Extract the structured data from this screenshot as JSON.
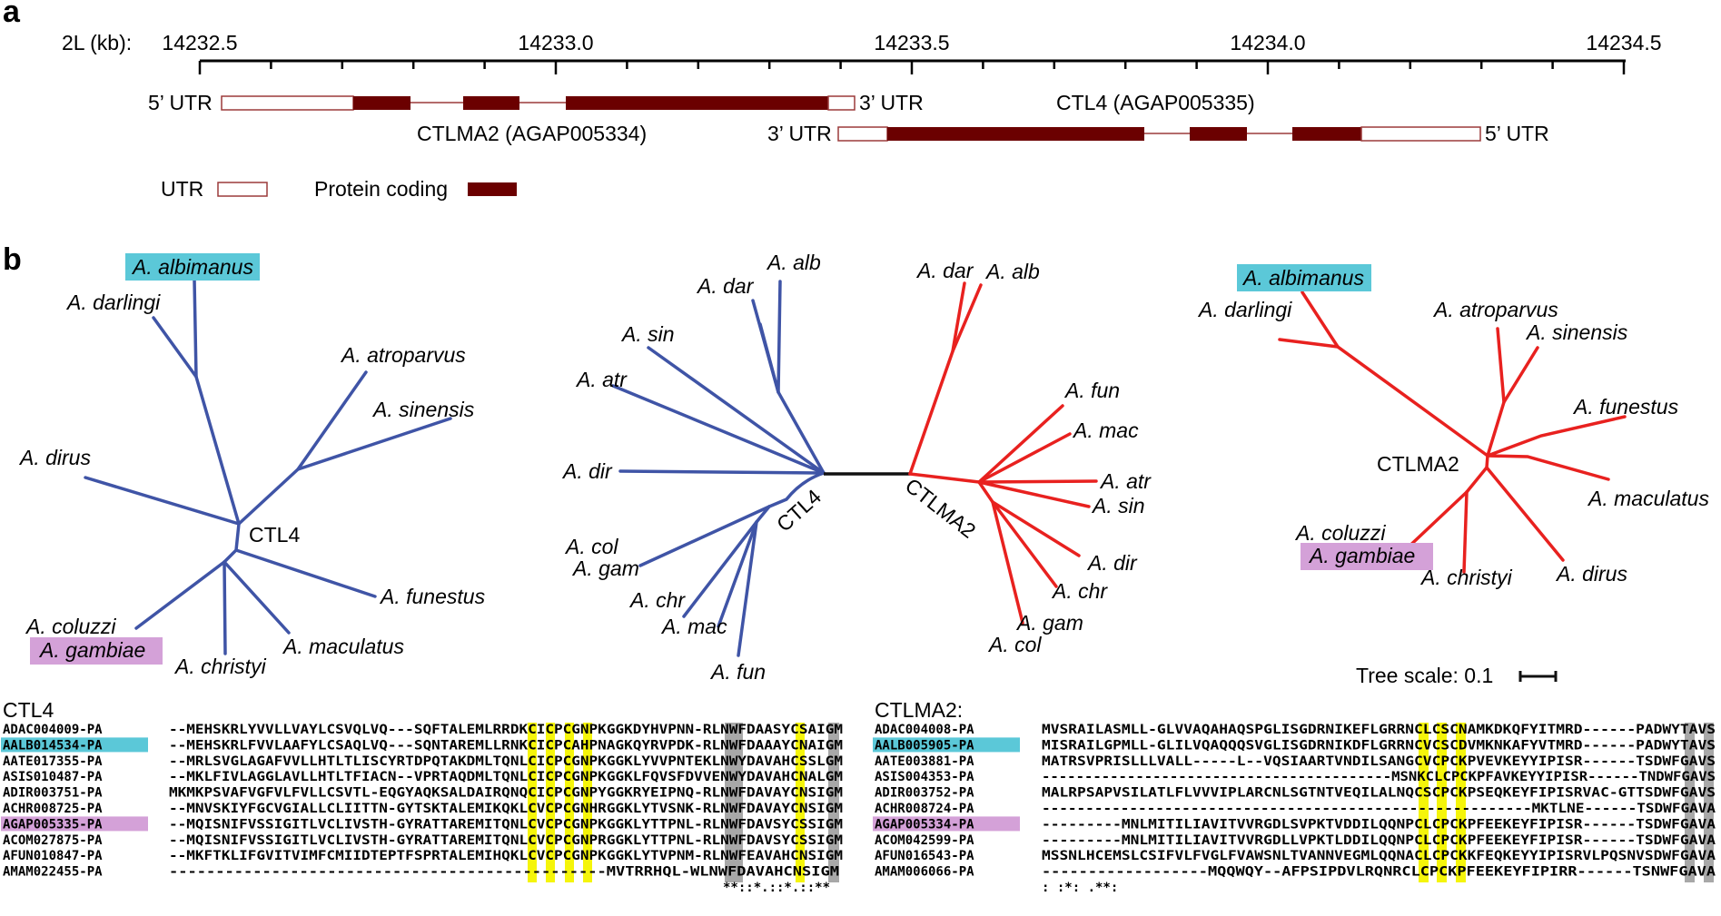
{
  "panel_a": {
    "letter": "a",
    "axis_label": "2L (kb):",
    "ticks": [
      "14232.5",
      "14233.0",
      "14233.5",
      "14234.0",
      "14234.5"
    ],
    "gene_top": {
      "left_utr": "5’ UTR",
      "right_utr": "3’ UTR",
      "name": "CTLMA2 (AGAP005334)"
    },
    "gene_bottom": {
      "left_utr": "3’ UTR",
      "right_utr": "5’ UTR",
      "name": "CTL4 (AGAP005335)"
    },
    "legend": {
      "utr": "UTR",
      "coding": "Protein coding"
    }
  },
  "panel_b": {
    "letter": "b",
    "colors": {
      "ctl4": "#3f54a6",
      "ctlma2": "#e8211f",
      "join": "#111111",
      "albimanus_bg": "#5bc8d8",
      "gambiae_bg": "#d4a1d8",
      "coding": "#6b0000",
      "utr_border": "#9b3a3a"
    },
    "tree_ctl4": {
      "center_label": "CTL4",
      "leaves": {
        "albimanus": "A. albimanus",
        "darlingi": "A. darlingi",
        "atroparvus": "A. atroparvus",
        "sinensis": "A. sinensis",
        "dirus": "A. dirus",
        "funestus": "A. funestus",
        "maculatus": "A. maculatus",
        "christyi": "A. christyi",
        "coluzzi": "A. coluzzi",
        "gambiae": "A. gambiae"
      }
    },
    "tree_mid": {
      "ctl4_label": "CTL4",
      "ctlma2_label": "CTLMA2",
      "blue_leaves": {
        "dar": "A. dar",
        "alb": "A. alb",
        "sin": "A. sin",
        "atr": "A. atr",
        "dir": "A. dir",
        "col": "A. col",
        "gam": "A. gam",
        "chr": "A. chr",
        "mac": "A. mac",
        "fun": "A. fun"
      },
      "red_leaves": {
        "dar": "A. dar",
        "alb": "A. alb",
        "fun": "A. fun",
        "mac": "A. mac",
        "atr": "A. atr",
        "sin": "A. sin",
        "dir": "A. dir",
        "chr": "A. chr",
        "gam": "A. gam",
        "col": "A. col"
      }
    },
    "tree_ctlma2": {
      "center_label": "CTLMA2",
      "leaves": {
        "albimanus": "A. albimanus",
        "darlingi": "A. darlingi",
        "atroparvus": "A. atroparvus",
        "sinensis": "A. sinensis",
        "funestus": "A. funestus",
        "maculatus": "A. maculatus",
        "dirus": "A. dirus",
        "christyi": "A. christyi",
        "coluzzi": "A. coluzzi",
        "gambiae": "A. gambiae"
      }
    },
    "tree_scale": "Tree scale: 0.1"
  },
  "alignment_ctl4": {
    "title": "CTL4",
    "rows": [
      {
        "id": "ADAC004009-PA",
        "seq": "--MEHSKRLYVVLLVAYLCSVQLVQ---SQFTALEMLRRDKCICPCGNPKGGKDYHVPNN-RLNWFDAASYCSAIGM"
      },
      {
        "id": "AALB014534-PA",
        "seq": "--MEHSKRLFVVLAAFYLCSAQLVQ---SQNTAREMLLRNKCICPCAHPNAGKQYRVPDK-RLNWFDAAAYCNAIGM"
      },
      {
        "id": "AATE017355-PA",
        "seq": "--MRLSVGLAGAFVVLLHTLTLISCYRTDPQTAKDMLTQNLCICPCGNPKGGKLYVVPNTEKLNWYDAVAHCSSLGM"
      },
      {
        "id": "ASIS010487-PA",
        "seq": "--MKLFIVLAGGLAVLLHTLTFIACN--VPRTAQDMLTQNLCICPCGNPKGGKLFQVSFDVVENWYDAVAHCNALGM"
      },
      {
        "id": "ADIR003751-PA",
        "seq": "MKMKPSVAFVGFVLFVLLCSVTL-EQGYAQKSALDAIRQNQCICPCGNPYGGKRYEIPNQ-RLNWFDAVAYCNSIGM"
      },
      {
        "id": "ACHR008725-PA",
        "seq": "--MNVSKIYFGCVGIALLCLIITTN-GYTSKTALEMIKQKLCVCPCGNHRGGKLYTVSNK-RLNWFDAVAYCNSIGM"
      },
      {
        "id": "AGAP005335-PA",
        "seq": "--MQISNIFVSSIGITLVCLIVSTH-GYRATTAREMITQNLCVCPCGNPKGGKLYTTPNL-RLNWFDAVSYCSSIGM"
      },
      {
        "id": "ACOM027875-PA",
        "seq": "--MQISNIFVSSIGITLVCLIVSTH-GYRATTAREMITQNLCVCPCGNPRGGKLYTTPNL-RLNWFDAVSYCSSIGM"
      },
      {
        "id": "AFUN010847-PA",
        "seq": "--MKFTKLIFGVITVIMFCMIIDTEPTFSPRTALEMIHQKLCVCPCGNPKGGKLYTVPNM-RLNWFEAVAHCNSIGM"
      },
      {
        "id": "AMAM022455-PA",
        "seq": "-----------------------------------------------MVTRRHQL-WLNWFDAVAHCNSIGM"
      }
    ],
    "conservation": "**::*.::*.::**"
  },
  "alignment_ctlma2": {
    "title": "CTLMA2:",
    "rows": [
      {
        "id": "ADAC004008-PA",
        "seq": "MVSRAILASMLL-GLVVAQAHAQSPGLISGDRNIKEFLGRRNCLCSCNAMKDKQFYITMRD------PADWYTAVS"
      },
      {
        "id": "AALB005905-PA",
        "seq": "MISRAILGPMLL-GLILVQAQQQSVGLISGDRNIKDFLGRRNCVCSCDVMKNKAFYVTMRD------PADWYTAVS"
      },
      {
        "id": "AATE003881-PA",
        "seq": "MATRSVPRISLLLVALL-----L--VQSIAARTVNDILSANGCVCPCKPVEVKEYYIPISR------TSDWFGAVS"
      },
      {
        "id": "ASIS004353-PA",
        "seq": "-----------------------------------------MSNKCLCPCKPFAVKEYYIPISR------TNDWFGAVS"
      },
      {
        "id": "ADIR003752-PA",
        "seq": "MALRPSAPVSILATLFLVVVIPLARCNLSGTNTVEQILALNQCSCPCKPSEQKEYFIPISRVAC-GTTSDWFGAVS"
      },
      {
        "id": "ACHR008724-PA",
        "seq": "--------------------------------------------------------MKTLNE------TSDWFGAVA"
      },
      {
        "id": "AGAP005334-PA",
        "seq": "---------MNLMITILIAVITVVRGDLSVPKTVDDILQQNPCLCPCKPFEEKEYFIPISR------TSDWFGAVA"
      },
      {
        "id": "ACOM042599-PA",
        "seq": "---------MNLMITILIAVITVVRGDLLVPKTLDDILQQNPCLCPCKPFEEKEYFIPISR------TSDWFGAVA"
      },
      {
        "id": "AFUN016543-PA",
        "seq": "MSSNLHCEMSLCSIFVLFVGLFVAWSNLTVANNVEGMLQQNACLCPCKKFEQKEYYIPISRVLPQSNVSDWFGAVA"
      },
      {
        "id": "AMAM006066-PA",
        "seq": "------------------MQQWQY--AFPSIPDVLRQNRCLCPCKPFEEKEYFIPIRR------TSNWFGAVA"
      }
    ],
    "conservation": ":                                   :*: .**:"
  }
}
